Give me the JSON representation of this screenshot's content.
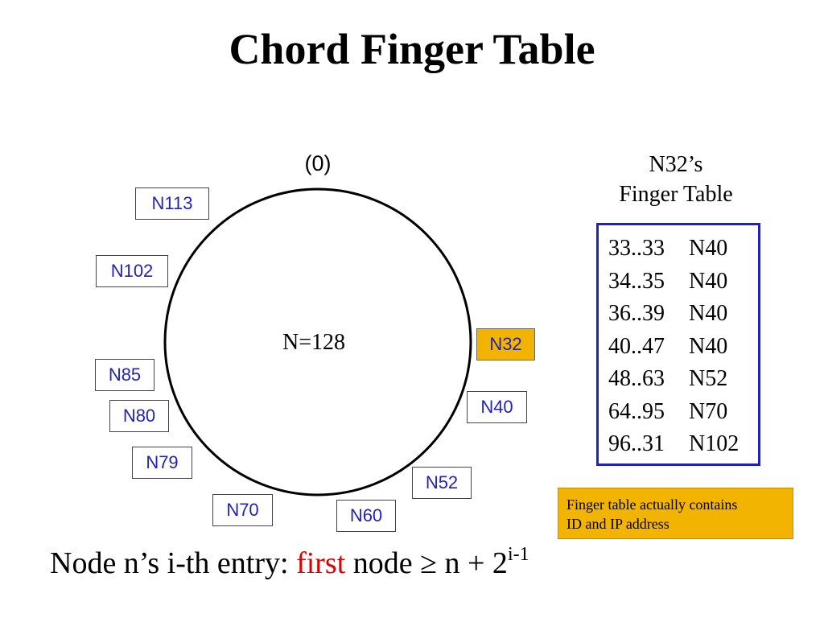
{
  "slide": {
    "title": "Chord Finger Table"
  },
  "ring": {
    "zero_label": "(0)",
    "size_label": "N=128",
    "nodes": [
      {
        "id": "n113",
        "label": "N113"
      },
      {
        "id": "n102",
        "label": "N102"
      },
      {
        "id": "n85",
        "label": "N85"
      },
      {
        "id": "n80",
        "label": "N80"
      },
      {
        "id": "n79",
        "label": "N79"
      },
      {
        "id": "n70",
        "label": "N70"
      },
      {
        "id": "n60",
        "label": "N60"
      },
      {
        "id": "n52",
        "label": "N52"
      },
      {
        "id": "n40",
        "label": "N40"
      },
      {
        "id": "n32",
        "label": "N32",
        "highlighted": true
      }
    ],
    "highlight_color": "#f2b400",
    "node_text_color": "#2222bb"
  },
  "finger_table": {
    "heading_line1": "N32’s",
    "heading_line2": "Finger Table",
    "border_color": "#2222bb",
    "rows": [
      {
        "range": "33..33",
        "node": "N40"
      },
      {
        "range": "34..35",
        "node": "N40"
      },
      {
        "range": "36..39",
        "node": "N40"
      },
      {
        "range": "40..47",
        "node": "N40"
      },
      {
        "range": "48..63",
        "node": "N52"
      },
      {
        "range": "64..95",
        "node": "N70"
      },
      {
        "range": "96..31",
        "node": "N102"
      }
    ]
  },
  "note": {
    "line1": "Finger table actually contains",
    "line2": "ID and IP address"
  },
  "formula": {
    "prefix": "Node n’s i-th entry: ",
    "highlight": "first",
    "highlight_color": "#e00000",
    "middle": " node ≥ n + 2",
    "superscript": "i-1"
  }
}
